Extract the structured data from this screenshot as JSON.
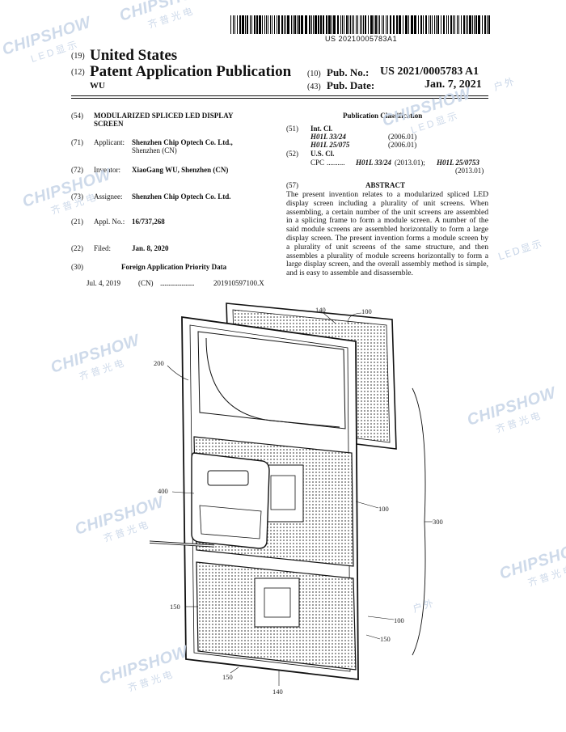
{
  "header": {
    "pub_barcode_text": "US 20210005783A1",
    "n19": "(19)",
    "country": "United States",
    "n12": "(12)",
    "doc_type": "Patent Application Publication",
    "inventor_short": "WU",
    "n10": "(10)",
    "pub_no_label": "Pub. No.:",
    "pub_no": "US 2021/0005783 A1",
    "n43": "(43)",
    "pub_date_label": "Pub. Date:",
    "pub_date": "Jan. 7, 2021"
  },
  "left": {
    "f54": {
      "num": "(54)",
      "title_line1": "MODULARIZED SPLICED LED DISPLAY",
      "title_line2": "SCREEN"
    },
    "f71": {
      "num": "(71)",
      "label": "Applicant:",
      "value1": "Shenzhen Chip Optech Co. Ltd.,",
      "value2": "Shenzhen (CN)"
    },
    "f72": {
      "num": "(72)",
      "label": "Inventor:",
      "value": "XiaoGang WU, Shenzhen (CN)"
    },
    "f73": {
      "num": "(73)",
      "label": "Assignee:",
      "value": "Shenzhen Chip Optech Co. Ltd."
    },
    "f21": {
      "num": "(21)",
      "label": "Appl. No.:",
      "value": "16/737,268"
    },
    "f22": {
      "num": "(22)",
      "label": "Filed:",
      "value": "Jan. 8, 2020"
    },
    "f30": {
      "num": "(30)",
      "label": "Foreign Application Priority Data"
    },
    "priority": {
      "date": "Jul. 4, 2019",
      "country": "(CN)",
      "dots": "........................",
      "number": "201910597100.X"
    }
  },
  "right": {
    "pub_class_title": "Publication Classification",
    "f51": {
      "num": "(51)",
      "label": "Int. Cl."
    },
    "int_cl": [
      {
        "code": "H01L 33/24",
        "date": "(2006.01)"
      },
      {
        "code": "H01L 25/075",
        "date": "(2006.01)"
      }
    ],
    "f52": {
      "num": "(52)",
      "label": "U.S. Cl."
    },
    "cpc": {
      "label": "CPC",
      "dots": "..........",
      "text_a": "H01L 33/24",
      "text_b": "(2013.01);",
      "text_c": "H01L 25/0753",
      "text_d": "(2013.01)"
    },
    "f57": {
      "num": "(57)",
      "label": "ABSTRACT"
    },
    "abstract": "The present invention relates to a modularized spliced LED display screen including a plurality of unit screens. When assembling, a certain number of the unit screens are assembled in a splicing frame to form a module screen. A number of the said module screens are assembled horizontally to form a large display screen. The present invention forms a module screen by a plurality of unit screens of the same structure, and then assembles a plurality of module screens horizontally to form a large display screen, and the overall assembly method is simple, and is easy to assemble and disassemble."
  },
  "figure_labels": {
    "l140_top": "140",
    "l100_top": "100",
    "l200": "200",
    "l400": "400",
    "l100_mid": "100",
    "l300": "300",
    "l150_left": "150",
    "l100_low": "100",
    "l150_right": "150",
    "l150_bottom": "150",
    "l140_bottom": "140"
  },
  "watermark": {
    "brand": "CHIPSHOW",
    "cn1": "齐普光电",
    "cn2": "LED显示",
    "cn3": "户外"
  }
}
